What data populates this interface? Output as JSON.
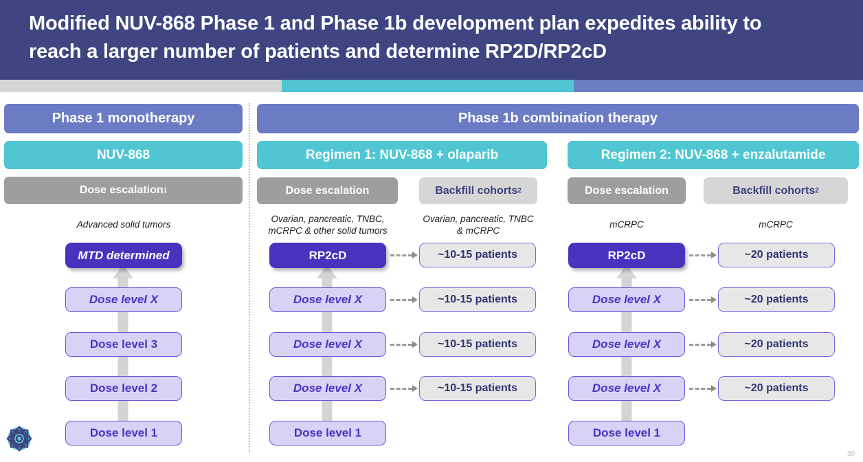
{
  "slide": {
    "title": "Modified NUV-868 Phase 1 and Phase 1b development plan expedites ability to reach a larger number of patients and determine RP2D/RP2cD",
    "page_number": "30"
  },
  "colors": {
    "title_band": "#3E4580",
    "stripe_gray": "#D6D6D6",
    "stripe_teal": "#4FC6D2",
    "stripe_blue": "#6B7CC4",
    "header_blue": "#6B7CC4",
    "header_teal": "#4FC6D2",
    "header_gray": "#9E9E9E",
    "header_light_gray": "#D6D6D6",
    "box_top_purple": "#4A32BE",
    "box_dose_lavender": "#D8D2F6",
    "box_dose_border": "#6A55D8",
    "box_dose_text": "#4733C4",
    "box_patients_gray": "#E7E7E7",
    "box_patients_text": "#2F3470",
    "arrow_gray": "#D4D4D4",
    "navy_text": "#3D4380"
  },
  "phase1": {
    "header": "Phase 1 monotherapy",
    "drug": "NUV-868",
    "section": "Dose escalation",
    "section_sup": "1",
    "caption": "Advanced solid tumors",
    "ladder": [
      {
        "label": "MTD determined",
        "style": "top-italic"
      },
      {
        "label": "Dose level X",
        "style": "dose-italic"
      },
      {
        "label": "Dose level 3",
        "style": "dose"
      },
      {
        "label": "Dose level 2",
        "style": "dose"
      },
      {
        "label": "Dose level 1",
        "style": "dose"
      }
    ]
  },
  "phase1b": {
    "header": "Phase 1b combination therapy",
    "regimens": [
      {
        "name": "Regimen 1: NUV-868 + olaparib",
        "escalation_label": "Dose escalation",
        "backfill_label": "Backfill cohorts",
        "backfill_sup": "2",
        "escalation_caption": "Ovarian, pancreatic, TNBC, mCRPC & other solid tumors",
        "backfill_caption": "Ovarian, pancreatic, TNBC & mCRPC",
        "ladder": [
          {
            "label": "RP2cD",
            "style": "top"
          },
          {
            "label": "Dose level X",
            "style": "dose-italic"
          },
          {
            "label": "Dose level X",
            "style": "dose-italic"
          },
          {
            "label": "Dose level X",
            "style": "dose-italic"
          },
          {
            "label": "Dose level 1",
            "style": "dose"
          }
        ],
        "backfill": [
          "~10-15 patients",
          "~10-15 patients",
          "~10-15 patients",
          "~10-15 patients"
        ]
      },
      {
        "name": "Regimen 2: NUV-868 + enzalutamide",
        "escalation_label": "Dose escalation",
        "backfill_label": "Backfill cohorts",
        "backfill_sup": "2",
        "escalation_caption": "mCRPC",
        "backfill_caption": "mCRPC",
        "ladder": [
          {
            "label": "RP2cD",
            "style": "top"
          },
          {
            "label": "Dose level X",
            "style": "dose-italic"
          },
          {
            "label": "Dose level X",
            "style": "dose-italic"
          },
          {
            "label": "Dose level X",
            "style": "dose-italic"
          },
          {
            "label": "Dose level 1",
            "style": "dose"
          }
        ],
        "backfill": [
          "~20 patients",
          "~20 patients",
          "~20 patients",
          "~20 patients"
        ]
      }
    ]
  }
}
